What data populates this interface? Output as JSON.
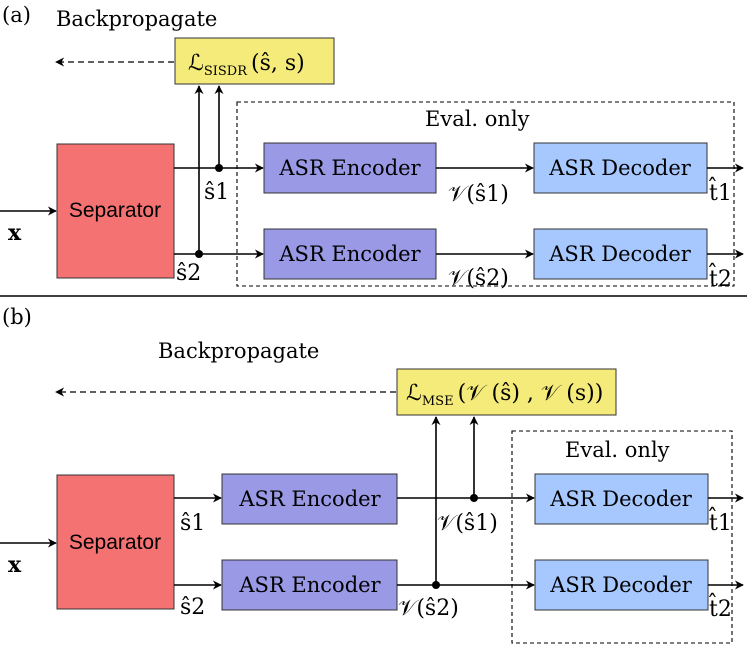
{
  "panel_a": {
    "tag": "(a)",
    "backprop_label": "Backpropagate",
    "loss_label": "ℒSISDR (ŝ, s)",
    "loss_main": "ℒ",
    "loss_sub": "SISDR",
    "loss_args": "(ŝ, s)",
    "eval_label": "Eval. only",
    "separator": "Separator",
    "input": "x",
    "encoder": "ASR Encoder",
    "decoder": "ASR Decoder",
    "s1": "ŝ1",
    "s2": "ŝ2",
    "v1": "𝒱(ŝ1)",
    "v2": "𝒱(ŝ2)",
    "t1": "t̂1",
    "t2": "t̂2"
  },
  "panel_b": {
    "tag": "(b)",
    "backprop_label": "Backpropagate",
    "loss_main": "ℒ",
    "loss_sub": "MSE",
    "loss_args": "(𝒱 (ŝ) , 𝒱 (s))",
    "eval_label": "Eval. only",
    "separator": "Separator",
    "input": "x",
    "encoder": "ASR Encoder",
    "decoder": "ASR Decoder",
    "s1": "ŝ1",
    "s2": "ŝ2",
    "v1": "𝒱(ŝ1)",
    "v2": "𝒱(ŝ2)",
    "t1": "t̂1",
    "t2": "t̂2"
  }
}
